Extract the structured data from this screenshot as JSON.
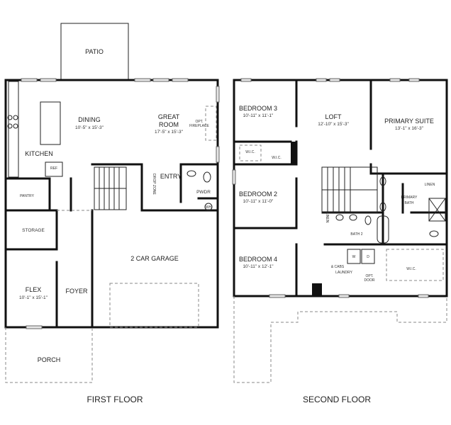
{
  "first_floor": {
    "caption": "FIRST FLOOR",
    "rooms": {
      "patio": {
        "name": "PATIO"
      },
      "dining": {
        "name": "DINING",
        "size": "10'-5\" x 15'-3\""
      },
      "great_room": {
        "name1": "GREAT",
        "name2": "ROOM",
        "size": "17'-5\" x 15'-3\""
      },
      "fireplace": {
        "line1": "OPT.",
        "line2": "FIREPLACE"
      },
      "kitchen": {
        "name": "KITCHEN"
      },
      "ref": {
        "name": "REF"
      },
      "pantry": {
        "name": "PANTRY"
      },
      "drop_zone": {
        "name": "DROP ZONE"
      },
      "entry": {
        "name": "ENTRY"
      },
      "pwdr": {
        "name": "PWDR"
      },
      "wh": {
        "name": "WH"
      },
      "storage": {
        "name": "STORAGE"
      },
      "garage": {
        "name": "2 CAR GARAGE"
      },
      "flex": {
        "name": "FLEX",
        "size": "10'-1\" x 15'-1\""
      },
      "foyer": {
        "name": "FOYER"
      },
      "porch": {
        "name": "PORCH"
      }
    }
  },
  "second_floor": {
    "caption": "SECOND FLOOR",
    "rooms": {
      "bedroom3": {
        "name": "BEDROOM 3",
        "size": "10'-11\" x 11'-1\""
      },
      "loft": {
        "name": "LOFT",
        "size": "12'-10\" x 15'-3\""
      },
      "primary_suite": {
        "name": "PRIMARY SUITE",
        "size": "13'-1\" x 16'-3\""
      },
      "wic1": {
        "name": "W.I.C."
      },
      "wic2": {
        "name": "W.I.C."
      },
      "bedroom2": {
        "name": "BEDROOM 2",
        "size": "10'-11\" x 11'-0\""
      },
      "primary_bath": {
        "name1": "PRIMARY",
        "name2": "BATH"
      },
      "linen1": {
        "name": "LINEN"
      },
      "linen2": {
        "name": "LINEN"
      },
      "bath2": {
        "name": "BATH 2"
      },
      "bedroom4": {
        "name": "BEDROOM 4",
        "size": "10'-11\" x 12'-1\""
      },
      "laundry": {
        "name": "LAUNDRY",
        "cabs": "& CABS"
      },
      "washer": {
        "name": "W"
      },
      "dryer": {
        "name": "D"
      },
      "opt_door": {
        "line1": "OPT.",
        "line2": "DOOR"
      },
      "wic3": {
        "name": "W.I.C."
      }
    }
  }
}
